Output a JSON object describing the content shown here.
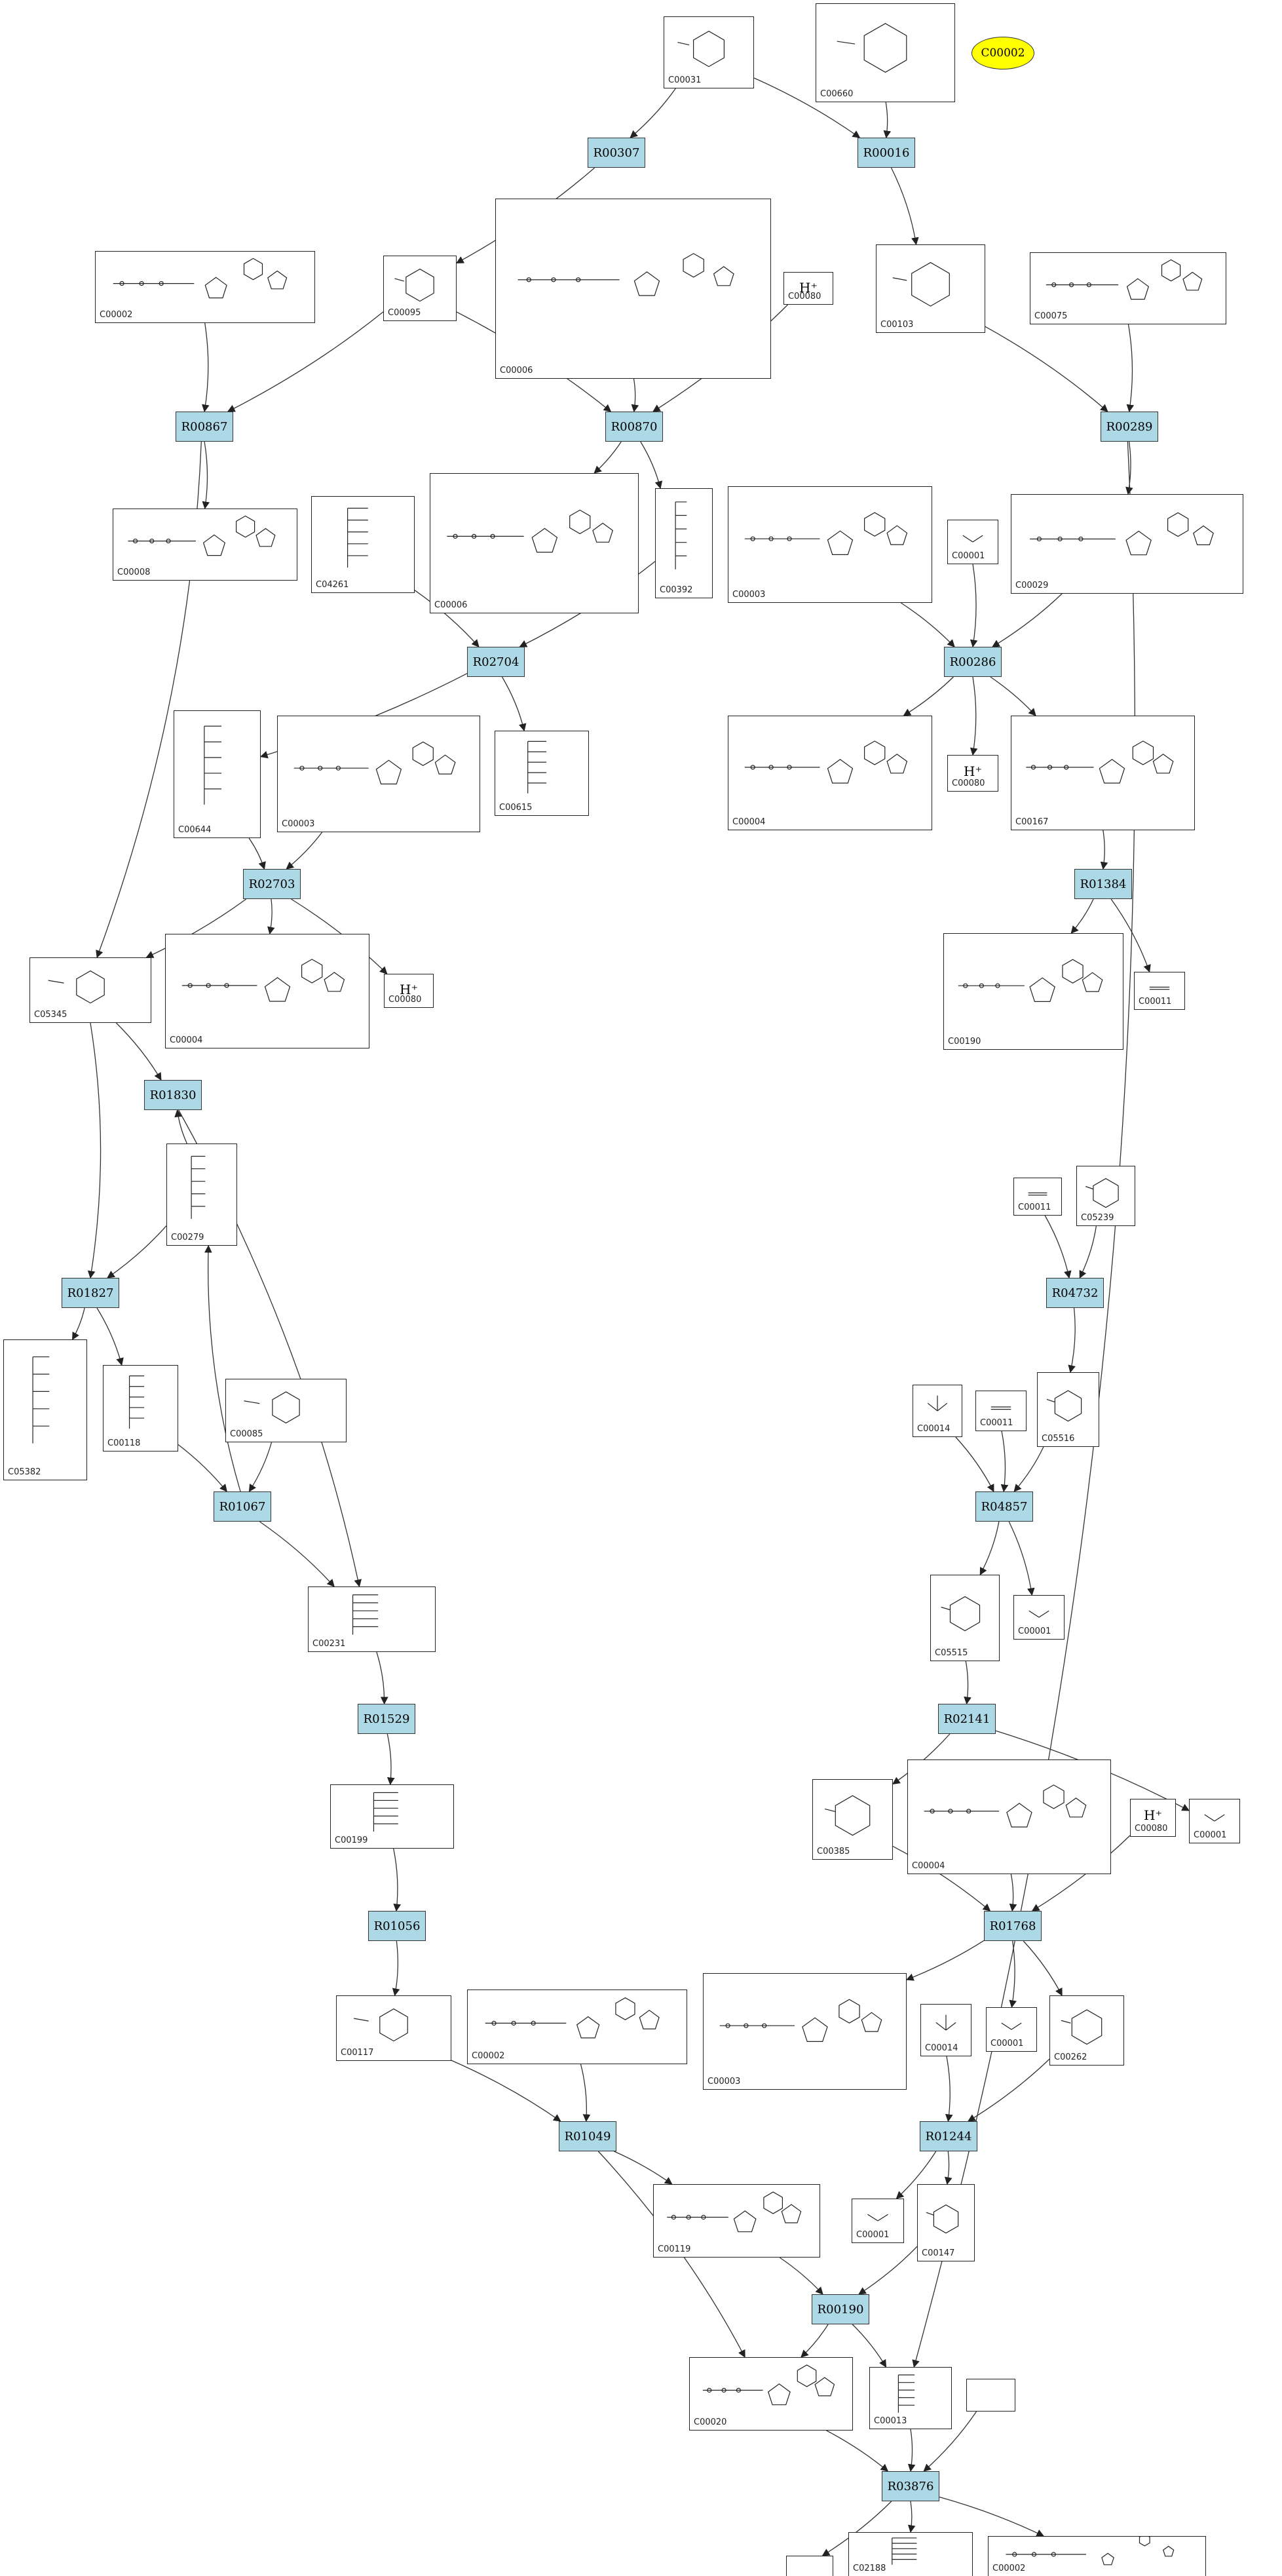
{
  "legend": {
    "label": "C00002"
  },
  "reactions": [
    {
      "id": "R00307"
    },
    {
      "id": "R00016"
    },
    {
      "id": "R00867"
    },
    {
      "id": "R00870"
    },
    {
      "id": "R00289"
    },
    {
      "id": "R02704"
    },
    {
      "id": "R00286"
    },
    {
      "id": "R02703"
    },
    {
      "id": "R01384"
    },
    {
      "id": "R01830"
    },
    {
      "id": "R04732"
    },
    {
      "id": "R01827"
    },
    {
      "id": "R04857"
    },
    {
      "id": "R01067"
    },
    {
      "id": "R01529"
    },
    {
      "id": "R02141"
    },
    {
      "id": "R01056"
    },
    {
      "id": "R01768"
    },
    {
      "id": "R01049"
    },
    {
      "id": "R01244"
    },
    {
      "id": "R00190"
    },
    {
      "id": "R03876"
    }
  ],
  "compounds": [
    {
      "node": "n01",
      "id": "C00031",
      "kind": "ring"
    },
    {
      "node": "n02",
      "id": "C00660",
      "kind": "ring"
    },
    {
      "node": "n03",
      "id": "C00002",
      "kind": "nucleotide"
    },
    {
      "node": "n04",
      "id": "C00095",
      "kind": "ring"
    },
    {
      "node": "n05",
      "id": "C00006",
      "kind": "nucleotide"
    },
    {
      "node": "n06",
      "id": "C00080",
      "kind": "proton",
      "label": "H⁺"
    },
    {
      "node": "n07",
      "id": "C00103",
      "kind": "ring"
    },
    {
      "node": "n08",
      "id": "C00075",
      "kind": "nucleotide"
    },
    {
      "node": "n09",
      "id": "C00008",
      "kind": "nucleotide"
    },
    {
      "node": "n10",
      "id": "C04261",
      "kind": "chain"
    },
    {
      "node": "n11",
      "id": "C00006",
      "kind": "nucleotide"
    },
    {
      "node": "n12",
      "id": "C00392",
      "kind": "chain"
    },
    {
      "node": "n13",
      "id": "C00003",
      "kind": "nucleotide"
    },
    {
      "node": "n14",
      "id": "C00001",
      "kind": "water"
    },
    {
      "node": "n15",
      "id": "C00029",
      "kind": "nucleotide"
    },
    {
      "node": "n16",
      "id": "C00644",
      "kind": "chain"
    },
    {
      "node": "n17",
      "id": "C00003",
      "kind": "nucleotide"
    },
    {
      "node": "n18",
      "id": "C00615",
      "kind": "chain"
    },
    {
      "node": "n19",
      "id": "C00004",
      "kind": "nucleotide"
    },
    {
      "node": "n20",
      "id": "C00080",
      "kind": "proton",
      "label": "H⁺"
    },
    {
      "node": "n21",
      "id": "C00167",
      "kind": "nucleotide"
    },
    {
      "node": "n22",
      "id": "C05345",
      "kind": "ring"
    },
    {
      "node": "n23",
      "id": "C00004",
      "kind": "nucleotide"
    },
    {
      "node": "n24",
      "id": "C00080",
      "kind": "proton",
      "label": "H⁺"
    },
    {
      "node": "n25",
      "id": "C00190",
      "kind": "nucleotide"
    },
    {
      "node": "n26",
      "id": "C00011",
      "kind": "small"
    },
    {
      "node": "n27",
      "id": "C00279",
      "kind": "chain"
    },
    {
      "node": "n28",
      "id": "C00011",
      "kind": "small"
    },
    {
      "node": "n29",
      "id": "C05239",
      "kind": "ring"
    },
    {
      "node": "n30",
      "id": "C05382",
      "kind": "chain"
    },
    {
      "node": "n31",
      "id": "C00118",
      "kind": "chain"
    },
    {
      "node": "n32",
      "id": "C00085",
      "kind": "ring"
    },
    {
      "node": "n33",
      "id": "C05516",
      "kind": "ring"
    },
    {
      "node": "n34",
      "id": "C00014",
      "kind": "ammonia"
    },
    {
      "node": "n35",
      "id": "C00011",
      "kind": "small"
    },
    {
      "node": "n36",
      "id": "C00231",
      "kind": "chain"
    },
    {
      "node": "n37",
      "id": "C05515",
      "kind": "ring"
    },
    {
      "node": "n38",
      "id": "C00001",
      "kind": "water"
    },
    {
      "node": "n39",
      "id": "C00199",
      "kind": "chain"
    },
    {
      "node": "n40",
      "id": "C00385",
      "kind": "ring"
    },
    {
      "node": "n41",
      "id": "C00004",
      "kind": "nucleotide"
    },
    {
      "node": "n42",
      "id": "C00080",
      "kind": "proton",
      "label": "H⁺"
    },
    {
      "node": "n43",
      "id": "C00001",
      "kind": "water"
    },
    {
      "node": "n44",
      "id": "C00117",
      "kind": "ring"
    },
    {
      "node": "n45",
      "id": "C00002",
      "kind": "nucleotide"
    },
    {
      "node": "n46",
      "id": "C00003",
      "kind": "nucleotide"
    },
    {
      "node": "n47",
      "id": "C00014",
      "kind": "ammonia"
    },
    {
      "node": "n48",
      "id": "C00001",
      "kind": "water"
    },
    {
      "node": "n49",
      "id": "C00262",
      "kind": "ring"
    },
    {
      "node": "n50",
      "id": "C00001",
      "kind": "water"
    },
    {
      "node": "n51",
      "id": "C00147",
      "kind": "ring"
    },
    {
      "node": "n52",
      "id": "C00119",
      "kind": "nucleotide"
    },
    {
      "node": "n53",
      "id": "C00020",
      "kind": "nucleotide"
    },
    {
      "node": "n54",
      "id": "C00013",
      "kind": "chain"
    },
    {
      "node": "n55",
      "id": "",
      "kind": "empty"
    },
    {
      "node": "n56",
      "id": "",
      "kind": "empty"
    },
    {
      "node": "n57",
      "id": "C02188",
      "kind": "chain"
    },
    {
      "node": "n58",
      "id": "C00002",
      "kind": "nucleotide"
    }
  ],
  "colors": {
    "reaction_fill": "#add8e6",
    "legend_fill": "#ffff00",
    "edge": "#333333"
  }
}
